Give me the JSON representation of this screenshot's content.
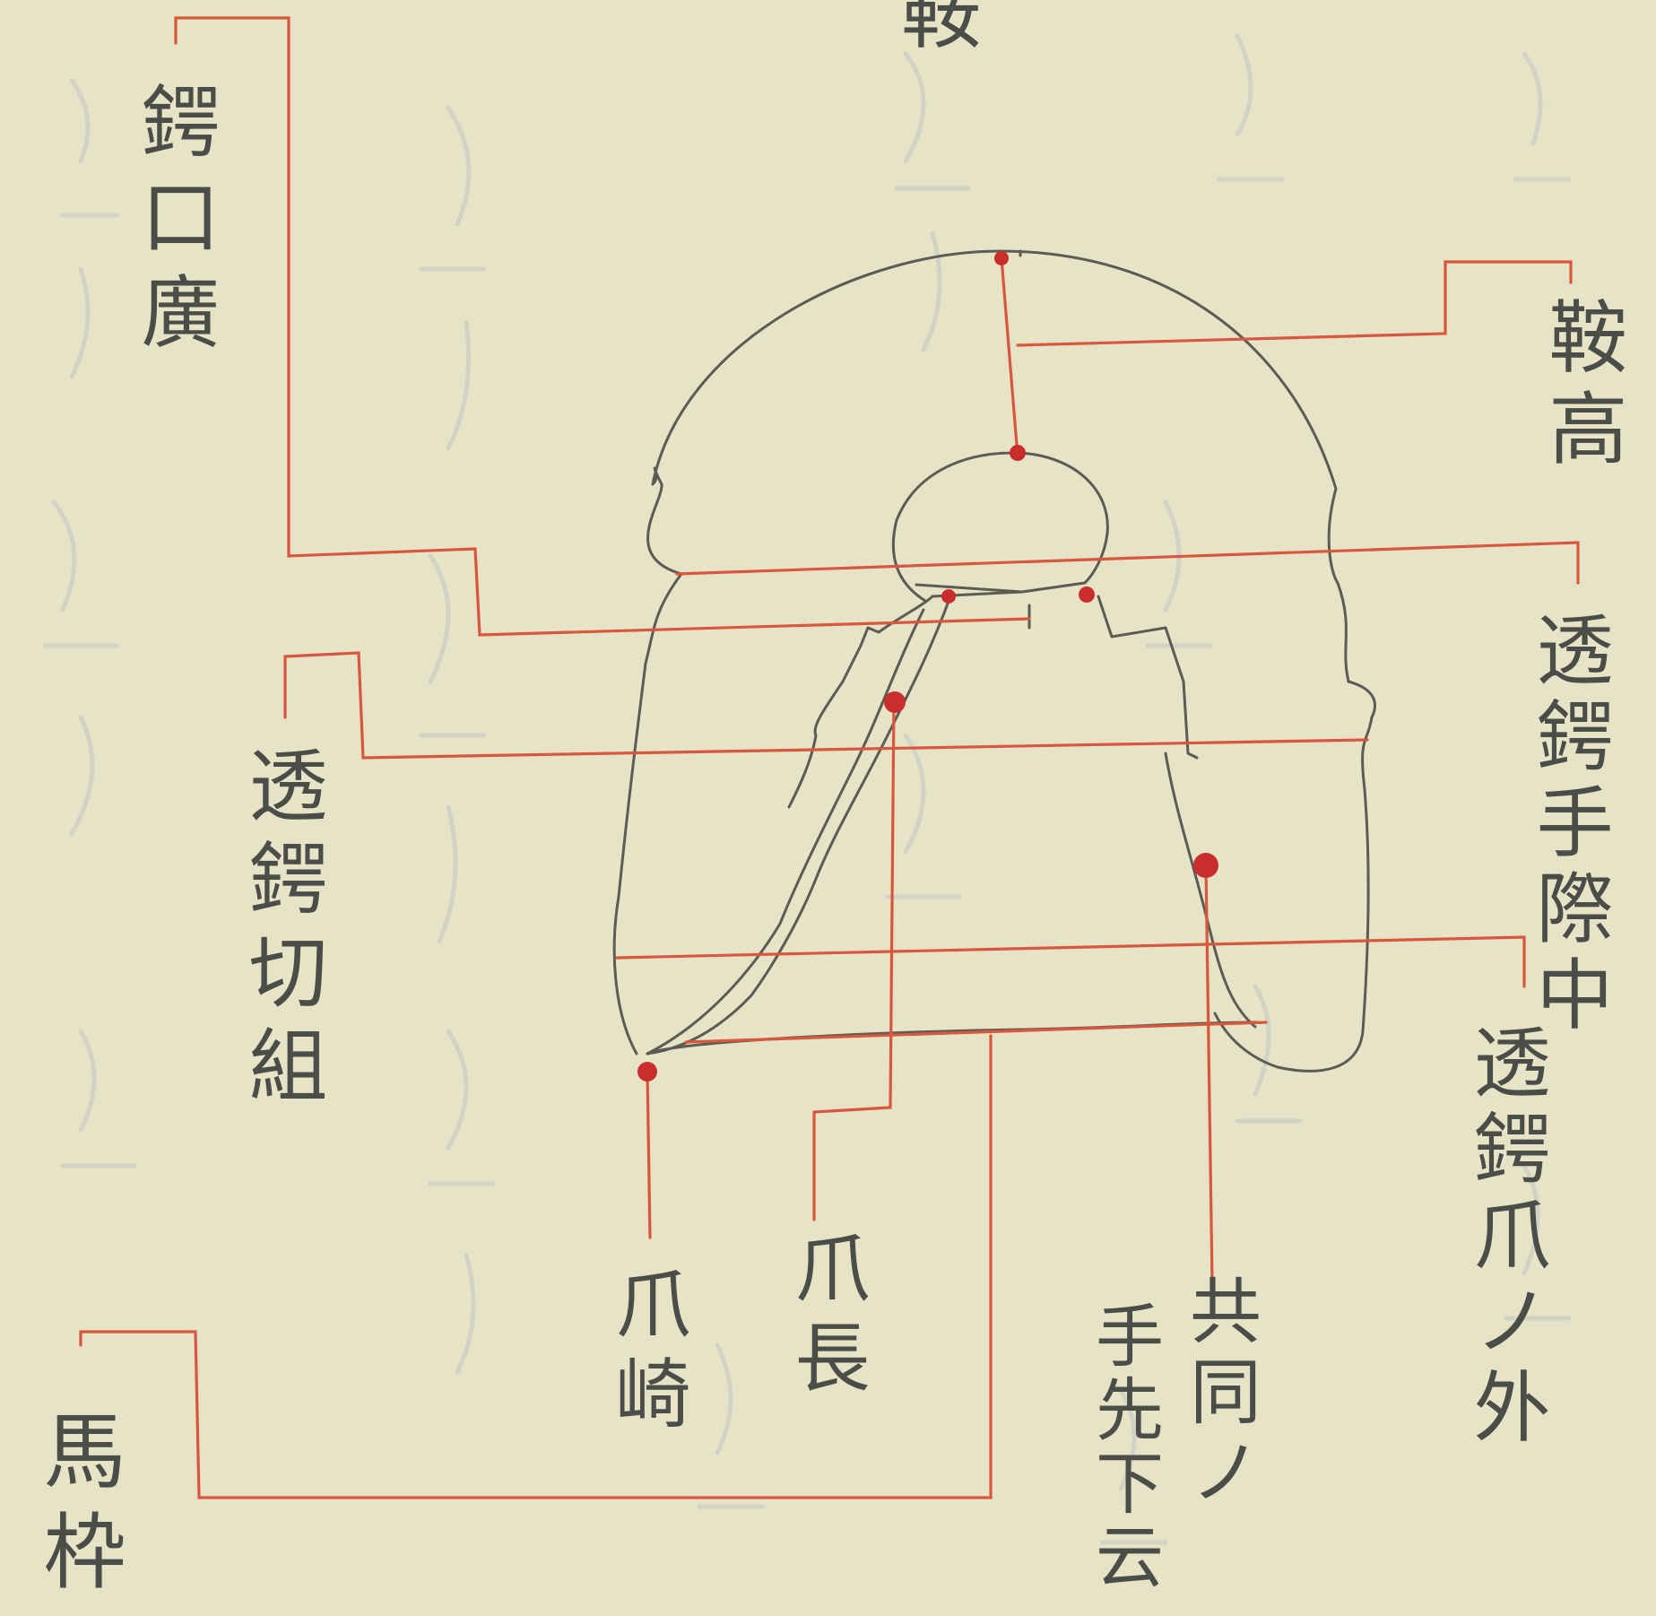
{
  "diagram": {
    "labels": {
      "top": "鞍",
      "mouth_width": "鍔口廣",
      "saddle_height": "鞍高",
      "openwork_left": "透鍔切組",
      "openwork_right_middle": "透鍔手際中",
      "openwork_claw_outside": "透鍔爪ノ外",
      "claw_tip": "爪崎",
      "claw_length": "爪長",
      "finger_tip_lower": "手先下云",
      "same_length": "共同ノ",
      "horse_frame": "馬枠"
    },
    "colors": {
      "paper": "#e6e3c6",
      "ink": "#5b5c53",
      "red_leader": "#d9573f",
      "red_dot": "#c92d2c"
    }
  }
}
